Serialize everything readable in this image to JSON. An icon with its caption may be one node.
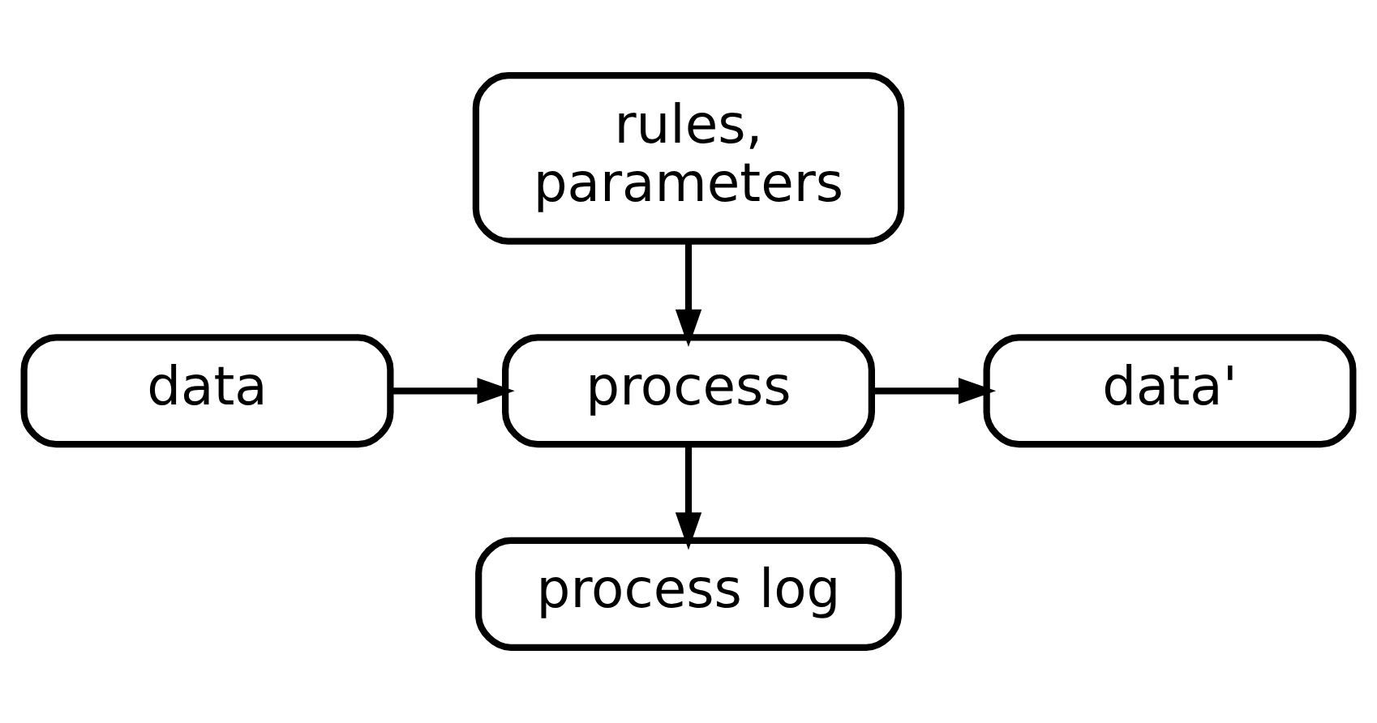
{
  "diagram": {
    "nodes": [
      {
        "text": [
          "rules, parameters"
        ]
      },
      {
        "text": [
          "data"
        ]
      },
      {
        "text": [
          "process"
        ]
      },
      {
        "text": [
          "data'"
        ]
      },
      {
        "text": [
          "process log"
        ]
      }
    ],
    "edges": [
      {
        "from": 0,
        "to": 2,
        "arrow": "to"
      },
      {
        "from": 1,
        "to": 2,
        "arrow": "to"
      },
      {
        "from": 2,
        "to": 3,
        "arrow": "to"
      },
      {
        "from": 2,
        "to": 4,
        "arrow": "to"
      }
    ]
  }
}
